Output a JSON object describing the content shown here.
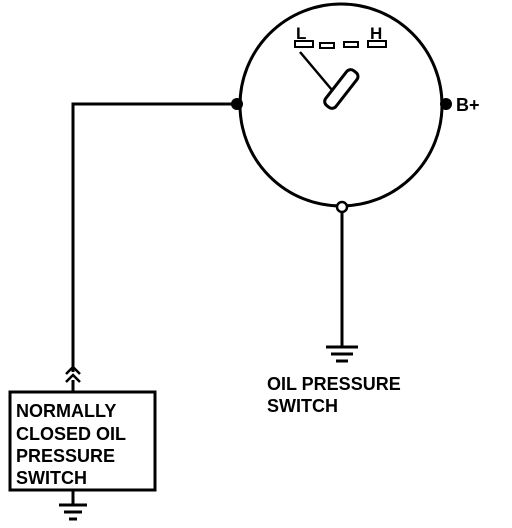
{
  "gauge": {
    "scale_low": "L",
    "scale_high": "H",
    "terminal_label": "B+"
  },
  "oil_pressure_switch": {
    "label_line1": "OIL PRESSURE",
    "label_line2": "SWITCH"
  },
  "nc_switch": {
    "label_line1": "NORMALLY",
    "label_line2": "CLOSED OIL",
    "label_line3": "PRESSURE",
    "label_line4": "SWITCH"
  },
  "colors": {
    "ink": "#000000",
    "background": "#ffffff"
  }
}
